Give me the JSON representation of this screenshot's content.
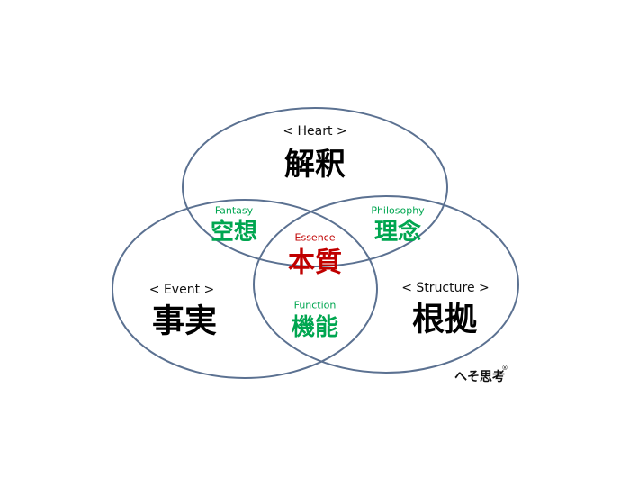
{
  "circles": {
    "heart": {
      "label": "< Heart >",
      "title": "解釈"
    },
    "event": {
      "label": "< Event >",
      "title": "事実"
    },
    "structure": {
      "label": "< Structure >",
      "title": "根拠"
    }
  },
  "overlaps": {
    "fantasy": {
      "label": "Fantasy",
      "title": "空想"
    },
    "philosophy": {
      "label": "Philosophy",
      "title": "理念"
    },
    "function": {
      "label": "Function",
      "title": "機能"
    },
    "essence": {
      "label": "Essence",
      "title": "本質"
    }
  },
  "logo": {
    "text": "へそ思考",
    "mark": "®"
  },
  "colors": {
    "outline": "#5b7191",
    "overlap": "#00a650",
    "center": "#c00000"
  }
}
